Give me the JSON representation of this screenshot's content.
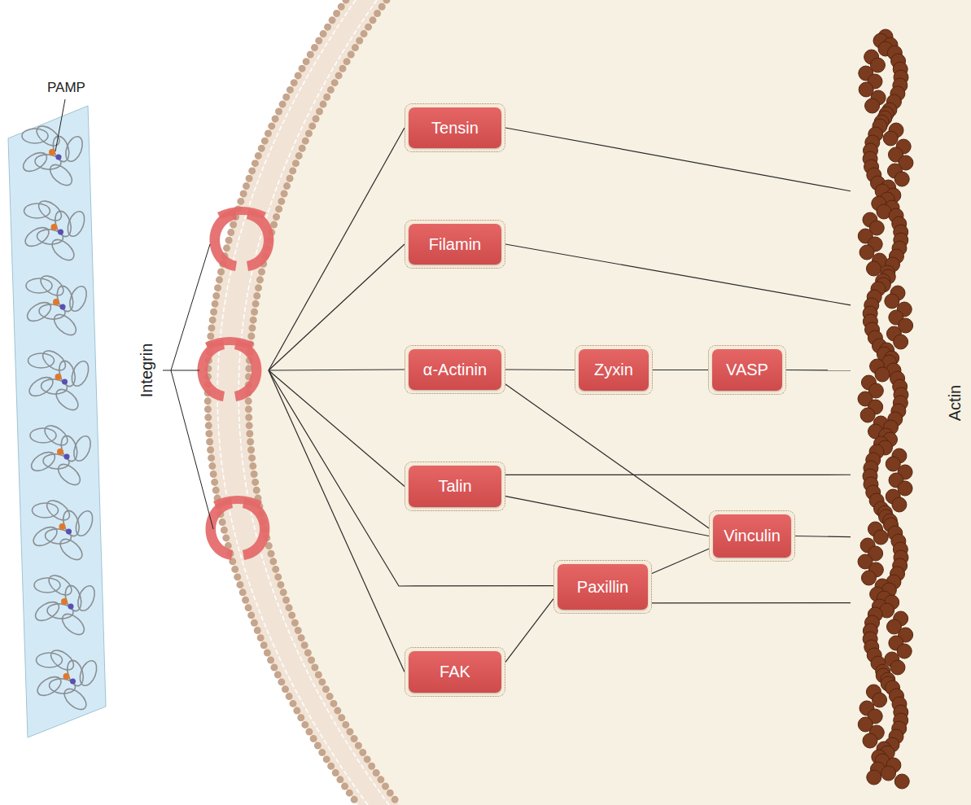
{
  "diagram": {
    "nodes": [
      {
        "text": [
          "Integrin"
        ]
      },
      {
        "text": [
          "Tensin"
        ]
      },
      {
        "text": [
          "Filamin"
        ]
      },
      {
        "text": [
          "α-Actinin"
        ]
      },
      {
        "text": [
          "Zyxin"
        ]
      },
      {
        "text": [
          "VASP"
        ]
      },
      {
        "text": [
          "Talin"
        ]
      },
      {
        "text": [
          "Vinculin"
        ]
      },
      {
        "text": [
          "Paxillin"
        ]
      },
      {
        "text": [
          "FAK"
        ]
      },
      {
        "text": [
          "Actin"
        ]
      }
    ],
    "edges": [
      {
        "from": 0,
        "to": 1,
        "arrow": "none"
      },
      {
        "from": 0,
        "to": 2,
        "arrow": "none"
      },
      {
        "from": 0,
        "to": 3,
        "arrow": "none"
      },
      {
        "from": 0,
        "to": 6,
        "arrow": "none"
      },
      {
        "from": 0,
        "to": 8,
        "arrow": "none"
      },
      {
        "from": 0,
        "to": 9,
        "arrow": "none"
      },
      {
        "from": 1,
        "to": 10,
        "arrow": "none"
      },
      {
        "from": 2,
        "to": 10,
        "arrow": "none"
      },
      {
        "from": 3,
        "to": 4,
        "arrow": "none"
      },
      {
        "from": 4,
        "to": 5,
        "arrow": "none"
      },
      {
        "from": 5,
        "to": 10,
        "arrow": "none"
      },
      {
        "from": 3,
        "to": 7,
        "arrow": "none"
      },
      {
        "from": 6,
        "to": 10,
        "arrow": "none"
      },
      {
        "from": 6,
        "to": 7,
        "arrow": "none"
      },
      {
        "from": 7,
        "to": 10,
        "arrow": "none"
      },
      {
        "from": 8,
        "to": 7,
        "arrow": "none"
      },
      {
        "from": 8,
        "to": 10,
        "arrow": "none"
      },
      {
        "from": 9,
        "to": 8,
        "arrow": "none"
      }
    ],
    "labels": [
      "PAMP"
    ]
  }
}
